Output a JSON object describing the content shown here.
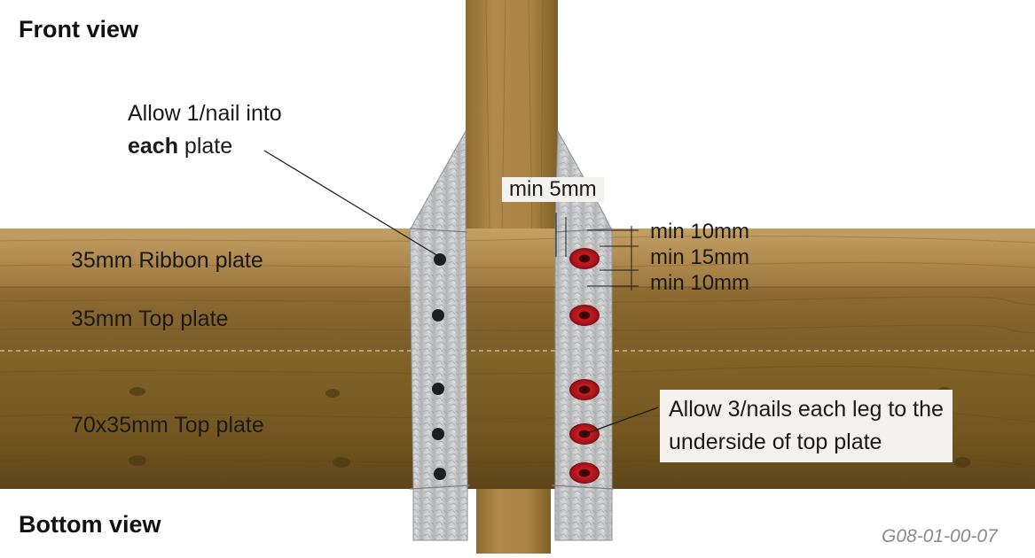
{
  "titles": {
    "front": "Front view",
    "bottom": "Bottom view"
  },
  "plates": {
    "ribbon": "35mm Ribbon plate",
    "top": "35mm Top plate",
    "top70": "70x35mm Top plate"
  },
  "callouts": {
    "nail_each_line1": "Allow 1/nail into",
    "nail_each_bold": "each",
    "nail_each_rest": " plate",
    "nails_leg_line1": "Allow 3/nails each leg to the",
    "nails_leg_line2": "underside of top plate"
  },
  "dimensions": {
    "min5": "min 5mm",
    "min10_top": "min 10mm",
    "min15": "min 15mm",
    "min10_bottom": "min 10mm"
  },
  "code": "G08-01-00-07",
  "colors": {
    "timber_light": "#b48e52",
    "timber_mid": "#9a7638",
    "timber_dark": "#6f5322",
    "steel": "#c9cacb",
    "nail_black": "#1e1e1e",
    "nail_red": "#b3151a",
    "line": "#1a1a1a"
  }
}
